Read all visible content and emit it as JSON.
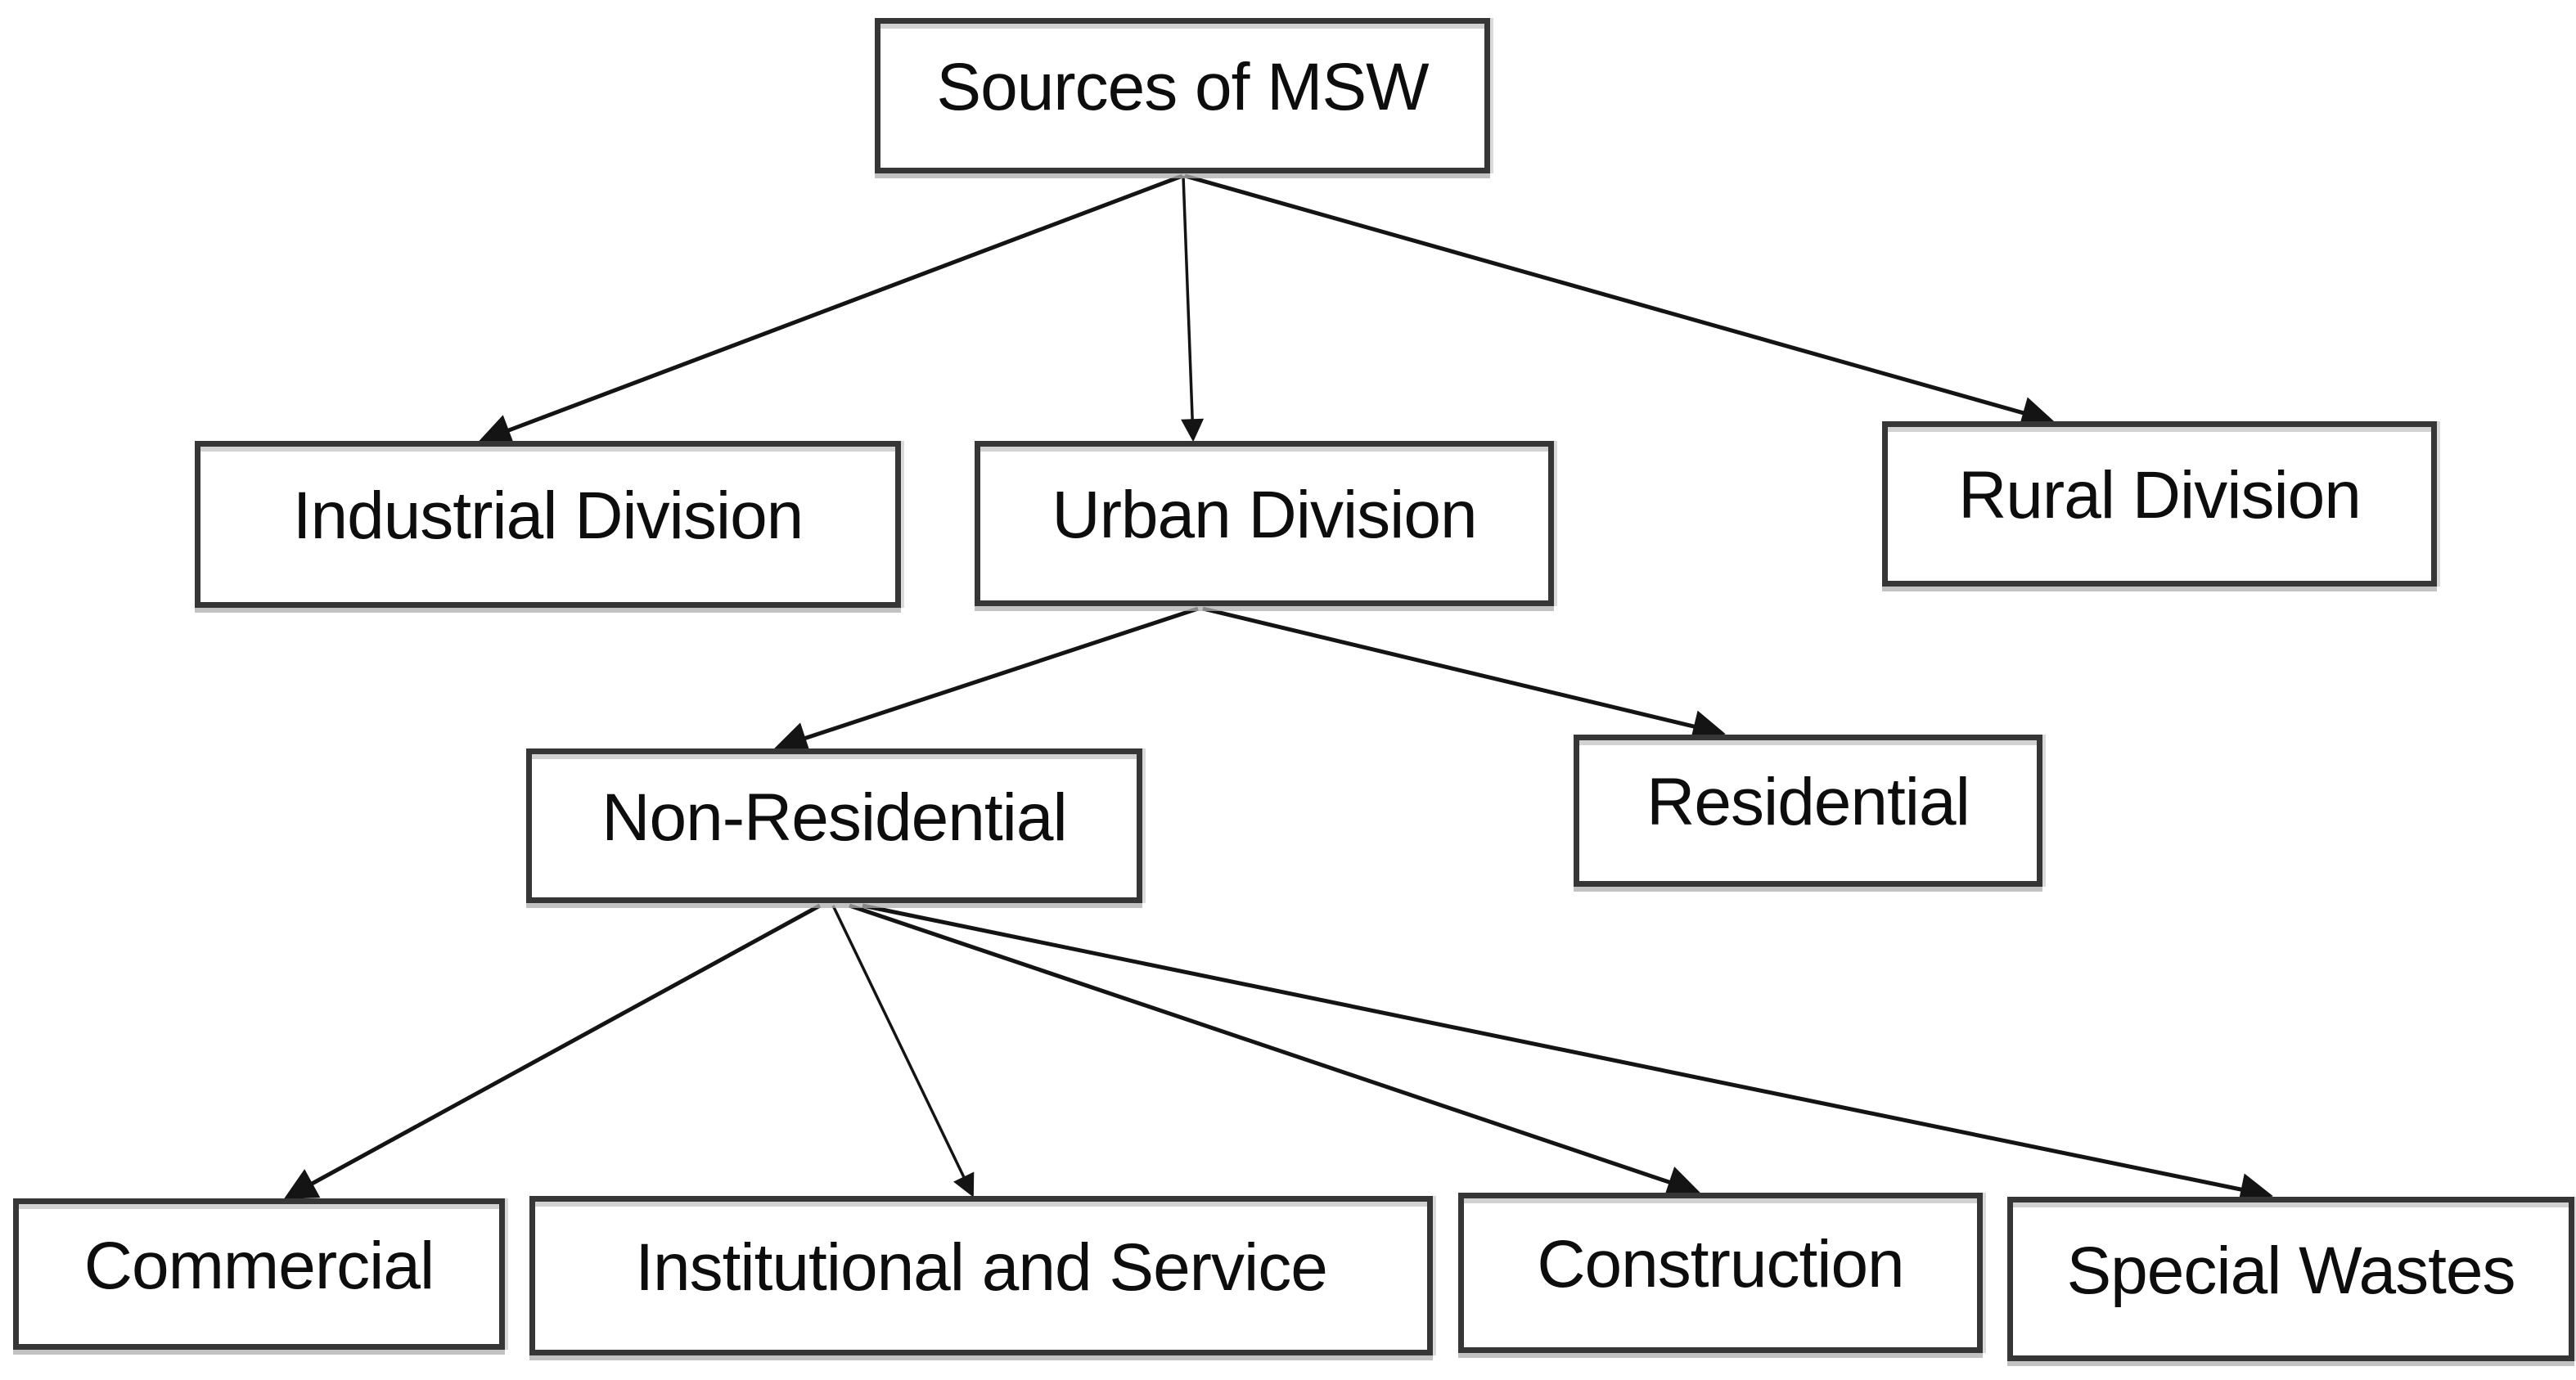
{
  "diagram": {
    "type": "tree-flowchart",
    "background_color": "#ffffff",
    "box_fill_color": "#ffffff",
    "box_border_color": "#363636",
    "arrow_color": "#141414",
    "text_color": "#0d0d0d",
    "nodes": {
      "sources": {
        "label": "Sources of MSW"
      },
      "industrial": {
        "label": "Industrial Division"
      },
      "urban": {
        "label": "Urban Division"
      },
      "rural": {
        "label": "Rural Division"
      },
      "nonresidential": {
        "label": "Non-Residential"
      },
      "residential": {
        "label": "Residential"
      },
      "commercial": {
        "label": "Commercial"
      },
      "institutional": {
        "label": "Institutional and Service"
      },
      "construction": {
        "label": "Construction"
      },
      "special": {
        "label": "Special Wastes"
      }
    },
    "edges": [
      {
        "from": "sources",
        "to": "industrial"
      },
      {
        "from": "sources",
        "to": "urban"
      },
      {
        "from": "sources",
        "to": "rural"
      },
      {
        "from": "urban",
        "to": "nonresidential"
      },
      {
        "from": "urban",
        "to": "residential"
      },
      {
        "from": "nonresidential",
        "to": "commercial"
      },
      {
        "from": "nonresidential",
        "to": "institutional"
      },
      {
        "from": "nonresidential",
        "to": "construction"
      },
      {
        "from": "nonresidential",
        "to": "special"
      }
    ]
  }
}
